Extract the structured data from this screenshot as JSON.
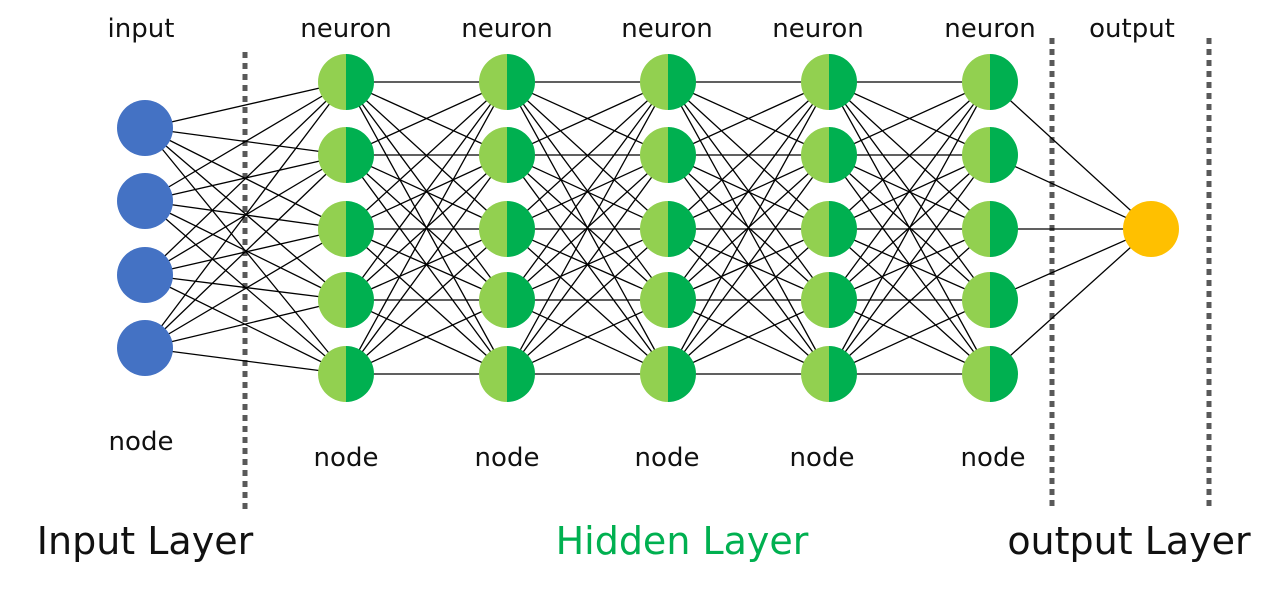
{
  "colors": {
    "input_node": "#4472c4",
    "hidden_node_light": "#92d050",
    "hidden_node_dark": "#00b050",
    "output_node": "#ffc000",
    "edge": "#000000",
    "divider": "#595959",
    "hidden_title": "#00b050"
  },
  "network": {
    "input_nodes": 4,
    "hidden_layers": 5,
    "hidden_nodes_per_layer": 5,
    "output_nodes": 1,
    "fully_connected": true
  },
  "labels": {
    "input_top": "input",
    "hidden_top": [
      "neuron",
      "neuron",
      "neuron",
      "neuron",
      "neuron"
    ],
    "output_top": "output",
    "input_bottom": "node",
    "hidden_bottom": [
      "node",
      "node",
      "node",
      "node",
      "node"
    ]
  },
  "titles": {
    "input_layer": "Input Layer",
    "hidden_layer": "Hidden Layer",
    "output_layer": "output Layer"
  }
}
